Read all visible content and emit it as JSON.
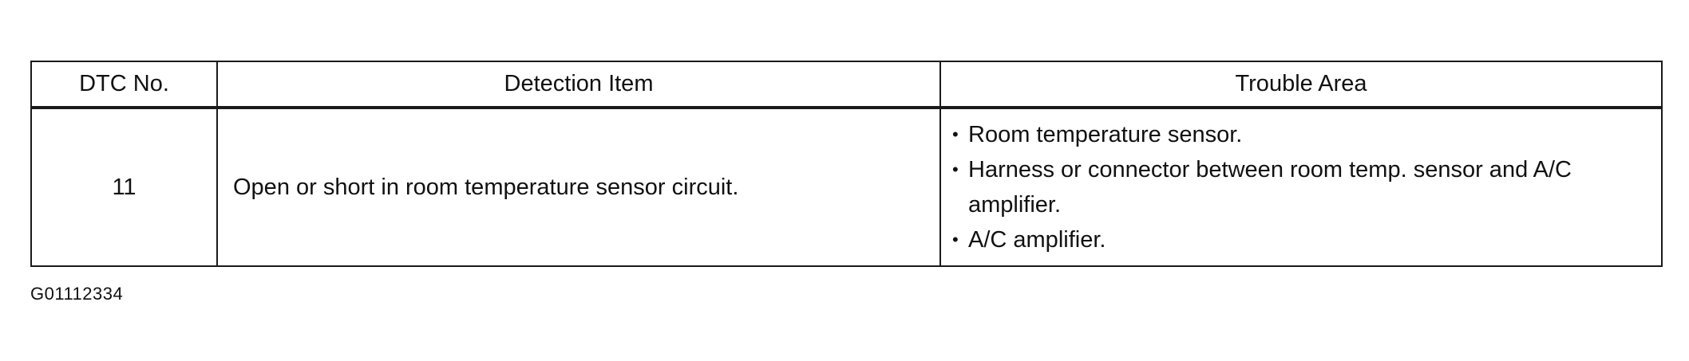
{
  "table": {
    "headers": {
      "dtc_no": "DTC No.",
      "detection_item": "Detection Item",
      "trouble_area": "Trouble Area"
    },
    "rows": [
      {
        "dtc_no": "11",
        "detection_item": "Open or short in room temperature sensor circuit.",
        "trouble_area": [
          "Room temperature sensor.",
          "Harness or connector between room temp. sensor and A/C amplifier.",
          "A/C amplifier."
        ]
      }
    ],
    "bullet_glyph": "•"
  },
  "figure_code": "G01112334"
}
